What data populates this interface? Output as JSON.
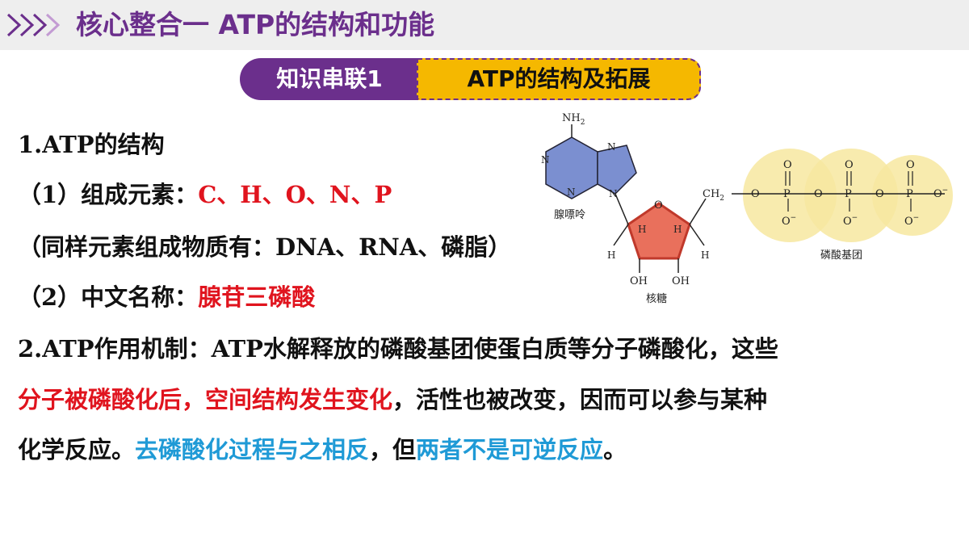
{
  "header": {
    "title": "核心整合一 ATP的结构和功能"
  },
  "banner": {
    "left": "知识串联1",
    "right": "ATP的结构及拓展"
  },
  "content": {
    "s1_heading": "1.ATP的结构",
    "s1_item1_label": "（1）组成元素：",
    "s1_item1_value": "C、H、O、N、P",
    "s1_note": "（同样元素组成物质有：DNA、RNA、磷脂）",
    "s1_item2_label": "（2）中文名称：",
    "s1_item2_value": "腺苷三磷酸",
    "s2_l1": "2.ATP作用机制：ATP水解释放的磷酸基团使蛋白质等分子磷酸化，这些",
    "s2_l2_red": "分子被磷酸化后，空间结构发生变化",
    "s2_l2_rest": "，活性也被改变，因而可以参与某种",
    "s2_l3_a": "化学反应。",
    "s2_l3_blue1": "去磷酸化过程与之相反",
    "s2_l3_b": "，但",
    "s2_l3_blue2": "两者不是可逆反应",
    "s2_l3_c": "。"
  },
  "diagram": {
    "nh2": "NH",
    "nh2_sub": "2",
    "n": "N",
    "o": "O",
    "h": "H",
    "oh": "OH",
    "ch2": "CH",
    "ch2_sub": "2",
    "p": "P",
    "o_minus": "O",
    "minus": "−",
    "adenine_label": "腺嘌呤",
    "ribose_label": "核糖",
    "phosphate_label": "磷酸基团",
    "colors": {
      "adenine": "#7b8fd0",
      "ribose": "#e9705c",
      "phosphate": "#f7e7a0"
    }
  },
  "colors": {
    "accent": "#6b2f8c",
    "banner_right": "#f5b800",
    "red": "#e0141e",
    "blue": "#1f9ad6"
  }
}
